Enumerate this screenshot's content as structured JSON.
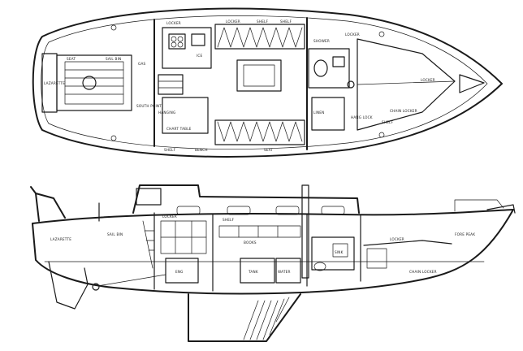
{
  "drawing": {
    "ink_color": "#1a1a1a",
    "paper_color": "#ffffff",
    "plan_labels": [
      {
        "id": "plan-label-1",
        "text": "LOCKER"
      },
      {
        "id": "plan-label-2",
        "text": "LOCKER"
      },
      {
        "id": "plan-label-3",
        "text": "SHELF"
      },
      {
        "id": "plan-label-4",
        "text": "SHELF"
      },
      {
        "id": "plan-label-5",
        "text": "SEAT"
      },
      {
        "id": "plan-label-6",
        "text": "SAIL BIN"
      },
      {
        "id": "plan-label-7",
        "text": "LAZARETTE"
      },
      {
        "id": "plan-label-8",
        "text": "GAS"
      },
      {
        "id": "plan-label-9",
        "text": "ICE"
      },
      {
        "id": "plan-label-10",
        "text": "SOUTH POINT"
      },
      {
        "id": "plan-label-11",
        "text": "HANGING"
      },
      {
        "id": "plan-label-12",
        "text": "CHART TABLE"
      },
      {
        "id": "plan-label-13",
        "text": "SHOWER"
      },
      {
        "id": "plan-label-14",
        "text": "LOCKER"
      },
      {
        "id": "plan-label-15",
        "text": "LOCKER"
      },
      {
        "id": "plan-label-16",
        "text": "LINEN"
      },
      {
        "id": "plan-label-17",
        "text": "HANG LOCK"
      },
      {
        "id": "plan-label-18",
        "text": "CHAIN LOCKER"
      },
      {
        "id": "plan-label-19",
        "text": "SHELF"
      },
      {
        "id": "plan-label-20",
        "text": "SEAT"
      },
      {
        "id": "plan-label-21",
        "text": "BENCH"
      },
      {
        "id": "plan-label-22",
        "text": "SHELF"
      }
    ],
    "profile_labels": [
      {
        "id": "profile-label-1",
        "text": "LAZARETTE"
      },
      {
        "id": "profile-label-2",
        "text": "SAIL BIN"
      },
      {
        "id": "profile-label-3",
        "text": "ENG"
      },
      {
        "id": "profile-label-4",
        "text": "TANK"
      },
      {
        "id": "profile-label-5",
        "text": "BOOKS"
      },
      {
        "id": "profile-label-6",
        "text": "SHELF"
      },
      {
        "id": "profile-label-7",
        "text": "LOCKER"
      },
      {
        "id": "profile-label-8",
        "text": "WATER"
      },
      {
        "id": "profile-label-9",
        "text": "SINK"
      },
      {
        "id": "profile-label-10",
        "text": "CHAIN LOCKER"
      },
      {
        "id": "profile-label-11",
        "text": "FORE PEAK"
      },
      {
        "id": "profile-label-12",
        "text": "LOCKER"
      }
    ]
  }
}
